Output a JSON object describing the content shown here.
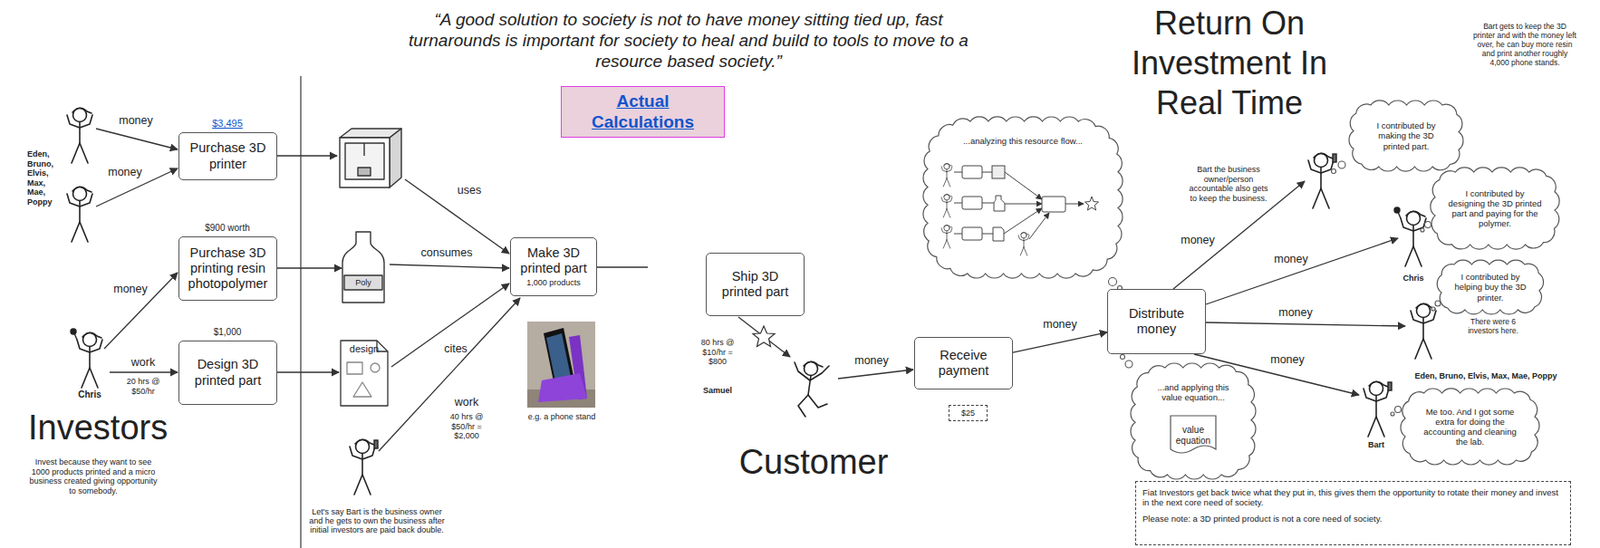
{
  "diagram": {
    "title": "Return On Investment In Real Time",
    "nodes": [
      {
        "text": [
          "Actual Calculations"
        ]
      },
      {
        "text": [
          "Purchase 3D printer"
        ]
      },
      {
        "text": [
          "Purchase 3D printing resin photopolymer"
        ]
      },
      {
        "text": [
          "Design 3D printed part"
        ]
      },
      {
        "text": [
          "Make 3D printed part",
          "1,000 products"
        ]
      },
      {
        "text": [
          "Ship 3D printed part"
        ]
      },
      {
        "text": [
          "Receive payment"
        ]
      },
      {
        "text": [
          "$25"
        ]
      },
      {
        "text": [
          "...analyzing this resource flow..."
        ]
      },
      {
        "text": [
          "Distribute money"
        ]
      },
      {
        "text": [
          "...and applying this value equation..."
        ]
      },
      {
        "text": [
          "value equation"
        ],
        "in": 10
      },
      {
        "text": [
          "Fiat Investors get back twice what they put in, this gives them the opportunity to rotate their money and invest in the next core need of society.",
          "Please note: a 3D printed product is not a core need of society."
        ]
      },
      {
        "text": [
          "I contributed by making the 3D printed part."
        ]
      },
      {
        "text": [
          "I contributed by designing the 3D printed part and paying for the polymer."
        ]
      },
      {
        "text": [
          "I contributed by helping buy the 3D printer."
        ]
      },
      {
        "text": [
          "Me too. And I got some extra for doing the accounting and cleaning the lab."
        ]
      }
    ],
    "edges": [
      {
        "from": 6,
        "to": 9,
        "label": "money",
        "arrow": "to"
      }
    ],
    "labels": [
      "“A good solution to society is not to have money sitting tied up, fast turnarounds is important for society to heal and build to tools to move to a resource based society.”",
      "Eden, Bruno, Elvis, Max, Mae, Poppy",
      "money",
      "money",
      "$3,495",
      "$900 worth",
      "money",
      "$1,000",
      "work",
      "20 hrs @ $50/hr",
      "Chris",
      "Investors",
      "Invest because they want to see 1000 products printed and a micro business created giving opportunity to somebody.",
      "uses",
      "Poly",
      "consumes",
      "design",
      "cites",
      "work",
      "40 hrs @ $50/hr = $2,000",
      "e.g. a phone stand",
      "Let's say Bart is the business owner and he gets to own the business after initial investors are paid back double.",
      "80 hrs @ $10/hr = $800",
      "Samuel",
      "money",
      "Customer",
      "Bart the business owner/person accountable also gets to keep the business.",
      "money",
      "money",
      "money",
      "money",
      "Bart gets to keep the 3D printer and with the money left over, he can buy more resin and print another roughly 4,000 phone stands.",
      "Chris",
      "There were 6 investors here.",
      "Eden, Bruno, Elvis, Max, Mae, Poppy",
      "Bart"
    ]
  }
}
